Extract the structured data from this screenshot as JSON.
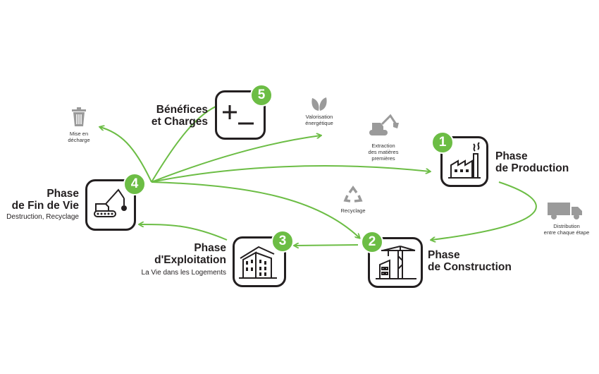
{
  "phases": [
    {
      "number": "1",
      "title_line1": "Phase",
      "title_line2": "de Production",
      "subtitle": ""
    },
    {
      "number": "2",
      "title_line1": "Phase",
      "title_line2": "de Construction",
      "subtitle": ""
    },
    {
      "number": "3",
      "title_line1": "Phase",
      "title_line2": "d'Exploitation",
      "subtitle": "La Vie dans les Logements"
    },
    {
      "number": "4",
      "title_line1": "Phase",
      "title_line2": "de Fin de Vie",
      "subtitle": "Destruction, Recyclage"
    },
    {
      "number": "5",
      "title_line1": "Bénéfices",
      "title_line2": "et Charges",
      "subtitle": ""
    }
  ],
  "annotations": {
    "landfill": {
      "line1": "Mise en",
      "line2": "décharge",
      "icon": "trash-icon"
    },
    "energy": {
      "line1": "Valorisation",
      "line2": "énergétique",
      "icon": "leaves-icon"
    },
    "extraction": {
      "line1": "Extraction",
      "line2": "des matières",
      "line3": "premières",
      "icon": "excavator-icon"
    },
    "recycling": {
      "line1": "Recyclage",
      "icon": "recycle-icon"
    },
    "distribution": {
      "line1": "Distribution",
      "line2": "entre chaque étape",
      "icon": "truck-icon"
    }
  },
  "colors": {
    "accent": "#6cbd45",
    "icon_gray": "#9a9a9a",
    "outline": "#231f20"
  }
}
